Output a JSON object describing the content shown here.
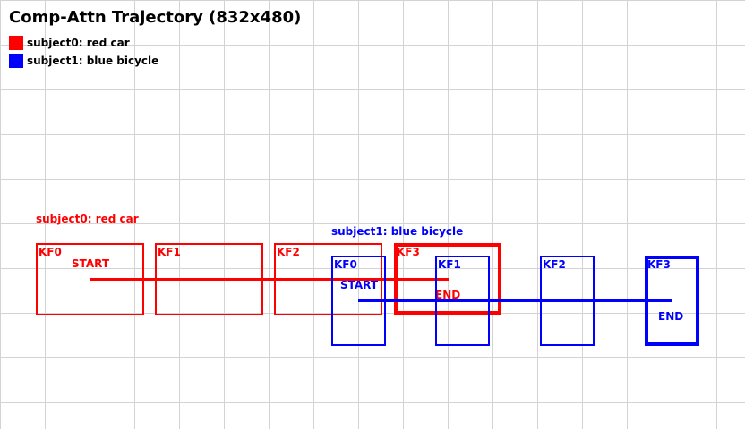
{
  "title": "Comp-Attn Trajectory (832x480)",
  "colors": {
    "subject0": "#ff0000",
    "subject1": "#0000ff",
    "grid": "#d3d3d3"
  },
  "legend": [
    {
      "label": "subject0: red car"
    },
    {
      "label": "subject1: blue bicycle"
    }
  ],
  "subject0": {
    "label": "subject0: red car",
    "keyframes": [
      "KF0",
      "KF1",
      "KF2",
      "KF3"
    ],
    "start_label": "START",
    "end_label": "END"
  },
  "subject1": {
    "label": "subject1: blue bicycle",
    "keyframes": [
      "KF0",
      "KF1",
      "KF2",
      "KF3"
    ],
    "start_label": "START",
    "end_label": "END"
  }
}
